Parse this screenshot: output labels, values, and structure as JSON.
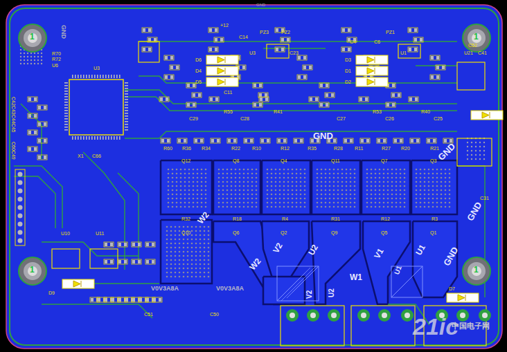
{
  "diagram": {
    "labels": [
      "+12",
      "GND",
      "GND",
      "C14",
      "PZ3",
      "PZ2",
      "U3",
      "C23",
      "C4",
      "C6",
      "PZ1",
      "U1",
      "C52",
      "U21",
      "C41",
      "R70",
      "R72",
      "U6",
      "U3",
      "D6",
      "D4",
      "D5",
      "D3",
      "D1",
      "D2",
      "C11",
      "R55",
      "R41",
      "R53",
      "R40",
      "C29",
      "C28",
      "C27",
      "C26",
      "C25",
      "GND",
      "R60",
      "R36",
      "R34",
      "R22",
      "R10",
      "R12",
      "R35",
      "R28",
      "R11",
      "R27",
      "R20",
      "R21",
      "Q12",
      "Q8",
      "Q4",
      "Q11",
      "Q7",
      "Q3",
      "R32",
      "R18",
      "R4",
      "R31",
      "R12",
      "R3",
      "Q10",
      "Q6",
      "Q2",
      "Q9",
      "Q5",
      "Q1",
      "GND",
      "GND",
      "GND",
      "W2",
      "W2",
      "V2",
      "U2",
      "V1",
      "U1",
      "W1",
      "U1",
      "V2",
      "U2",
      "D7",
      "C31",
      "X1",
      "C66",
      "U10",
      "U11",
      "D9",
      "C51",
      "C50",
      "V0V3A8A",
      "V0V3A8A",
      "C42C43C44C45",
      "C60C49",
      "1",
      "1",
      "1",
      "1",
      "21ic",
      "中国电子网"
    ]
  }
}
